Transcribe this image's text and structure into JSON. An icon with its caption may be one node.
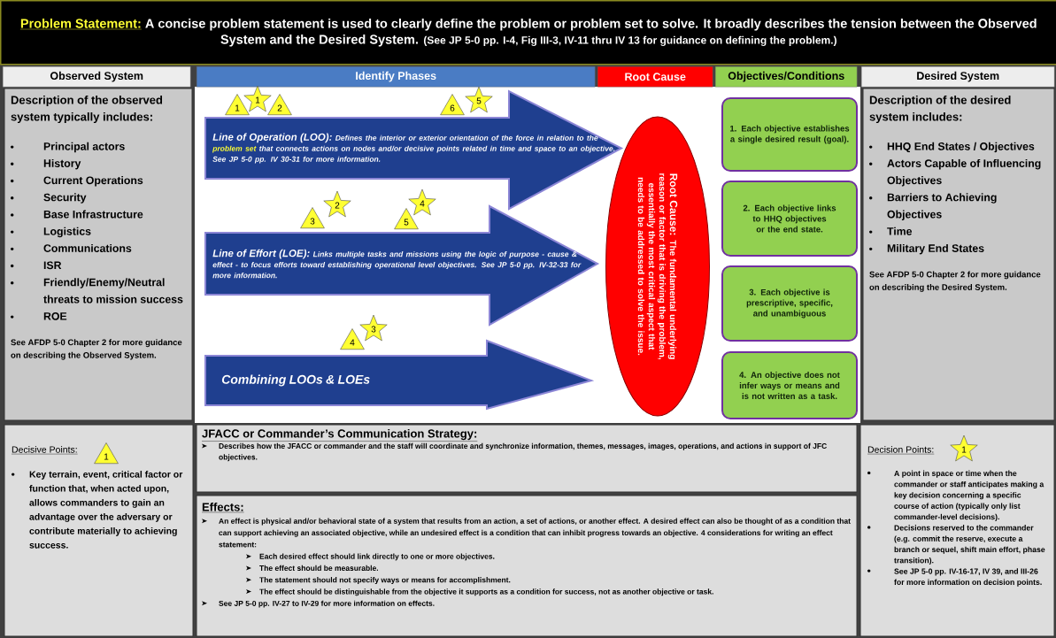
{
  "diagram": {
    "nodes": [
      {
        "text": [
          "Problem Statement:",
          "A concise problem statement is used to clearly define the problem or problem set to solve. It broadly describes the tension between the Observed System and the Desired System.",
          "(See JP 5-0 pp. I-4, Fig III-3, IV-11 thru IV 13 for guidance on defining the problem.)"
        ]
      },
      {
        "text": [
          "Observed System"
        ]
      },
      {
        "text": [
          "Identify Phases"
        ]
      },
      {
        "text": [
          "Root Cause"
        ]
      },
      {
        "text": [
          "Objectives/Conditions"
        ]
      },
      {
        "text": [
          "Desired System"
        ]
      },
      {
        "text": [
          "Description of the observed system typically includes:",
          "Principal actors",
          "History",
          "Current Operations",
          "Security",
          "Base Infrastructure",
          "Logistics",
          "Communications",
          "ISR",
          "Friendly/Enemy/Neutral threats to mission success",
          "ROE",
          "See AFDP 5-0 Chapter 2 for more guidance on describing the Observed System."
        ]
      },
      {
        "text": [
          "1"
        ]
      },
      {
        "text": [
          "1"
        ]
      },
      {
        "text": [
          "2"
        ]
      },
      {
        "text": [
          "6"
        ]
      },
      {
        "text": [
          "5"
        ]
      },
      {
        "text": [
          "Line of Operation (LOO):",
          "Defines the interior or exterior orientation of the force in relation to the",
          "problem set",
          "that connects actions on nodes and/or decisive points related in time and space to an objective. See JP 5-0 pp. IV 30-31 for more information."
        ]
      },
      {
        "text": [
          "2"
        ]
      },
      {
        "text": [
          "3"
        ]
      },
      {
        "text": [
          "4"
        ]
      },
      {
        "text": [
          "5"
        ]
      },
      {
        "text": [
          "Line of Effort (LOE):",
          "Links multiple tasks and missions using the logic of purpose - cause & effect - to focus efforts toward establishing operational level objectives. See JP 5-0 pp. IV-32-33 for more information."
        ]
      },
      {
        "text": [
          "3"
        ]
      },
      {
        "text": [
          "4"
        ]
      },
      {
        "text": [
          "Combining LOOs & LOEs"
        ]
      },
      {
        "text": [
          "Root Cause:",
          "The fundamental underlying reason or factor that is driving the problem, essentially the most critical aspect that needs to be addressed to solve the issue."
        ]
      },
      {
        "text": [
          "1. Each objective establishes a single desired result (goal)."
        ]
      },
      {
        "text": [
          "2. Each objective links to HHQ objectives or the end state."
        ]
      },
      {
        "text": [
          "3. Each objective is prescriptive, specific, and unambiguous"
        ]
      },
      {
        "text": [
          "4. An objective does not infer ways or means and is not written as a task."
        ]
      },
      {
        "text": [
          "Description of the desired system includes:",
          "HHQ End States / Objectives",
          "Actors Capable of Influencing Objectives",
          "Barriers to Achieving Objectives",
          "Time",
          "Military End States",
          "See AFDP 5-0 Chapter 2 for more guidance on describing the Desired System."
        ]
      },
      {
        "text": [
          "Decisive Points:",
          "Key terrain, event, critical factor or function that, when acted upon, allows commanders to gain an advantage over the adversary or contribute materially to achieving success."
        ]
      },
      {
        "text": [
          "1"
        ],
        "in": 27
      },
      {
        "text": [
          "JFACC or Commander’s Communication Strategy:",
          "Describes how the JFACC or commander and the staff will coordinate and synchronize information, themes, messages, images, operations, and actions in support of JFC objectives."
        ]
      },
      {
        "text": [
          "Effects:",
          "An effect is physical and/or behavioral state of a system that results from an action, a set of actions, or another effect. A desired effect can also be thought of as a condition that can support achieving an associated objective, while an undesired effect is a condition that can inhibit progress towards an objective. 4 considerations for writing an effect statement:",
          "Each desired effect should link directly to one or more objectives.",
          "The effect should be measurable.",
          "The statement should not specify ways or means for accomplishment.",
          "The effect should be distinguishable from the objective it supports as a condition for success, not as another objective or task.",
          "See JP 5-0 pp. IV-27 to IV-29 for more information on effects."
        ]
      },
      {
        "text": [
          "Decision Points:",
          "A point in space or time when the commander or staff anticipates making a key decision concerning a specific course of action (typically only list commander-level decisions).",
          "Decisions reserved to the commander (e.g. commit the reserve, execute a branch or sequel, shift main effort, phase transition).",
          "See JP 5-0 pp. IV-16-17, IV 39, and III-26 for more information on decision points."
        ]
      },
      {
        "text": [
          "1"
        ],
        "in": 31
      }
    ]
  }
}
